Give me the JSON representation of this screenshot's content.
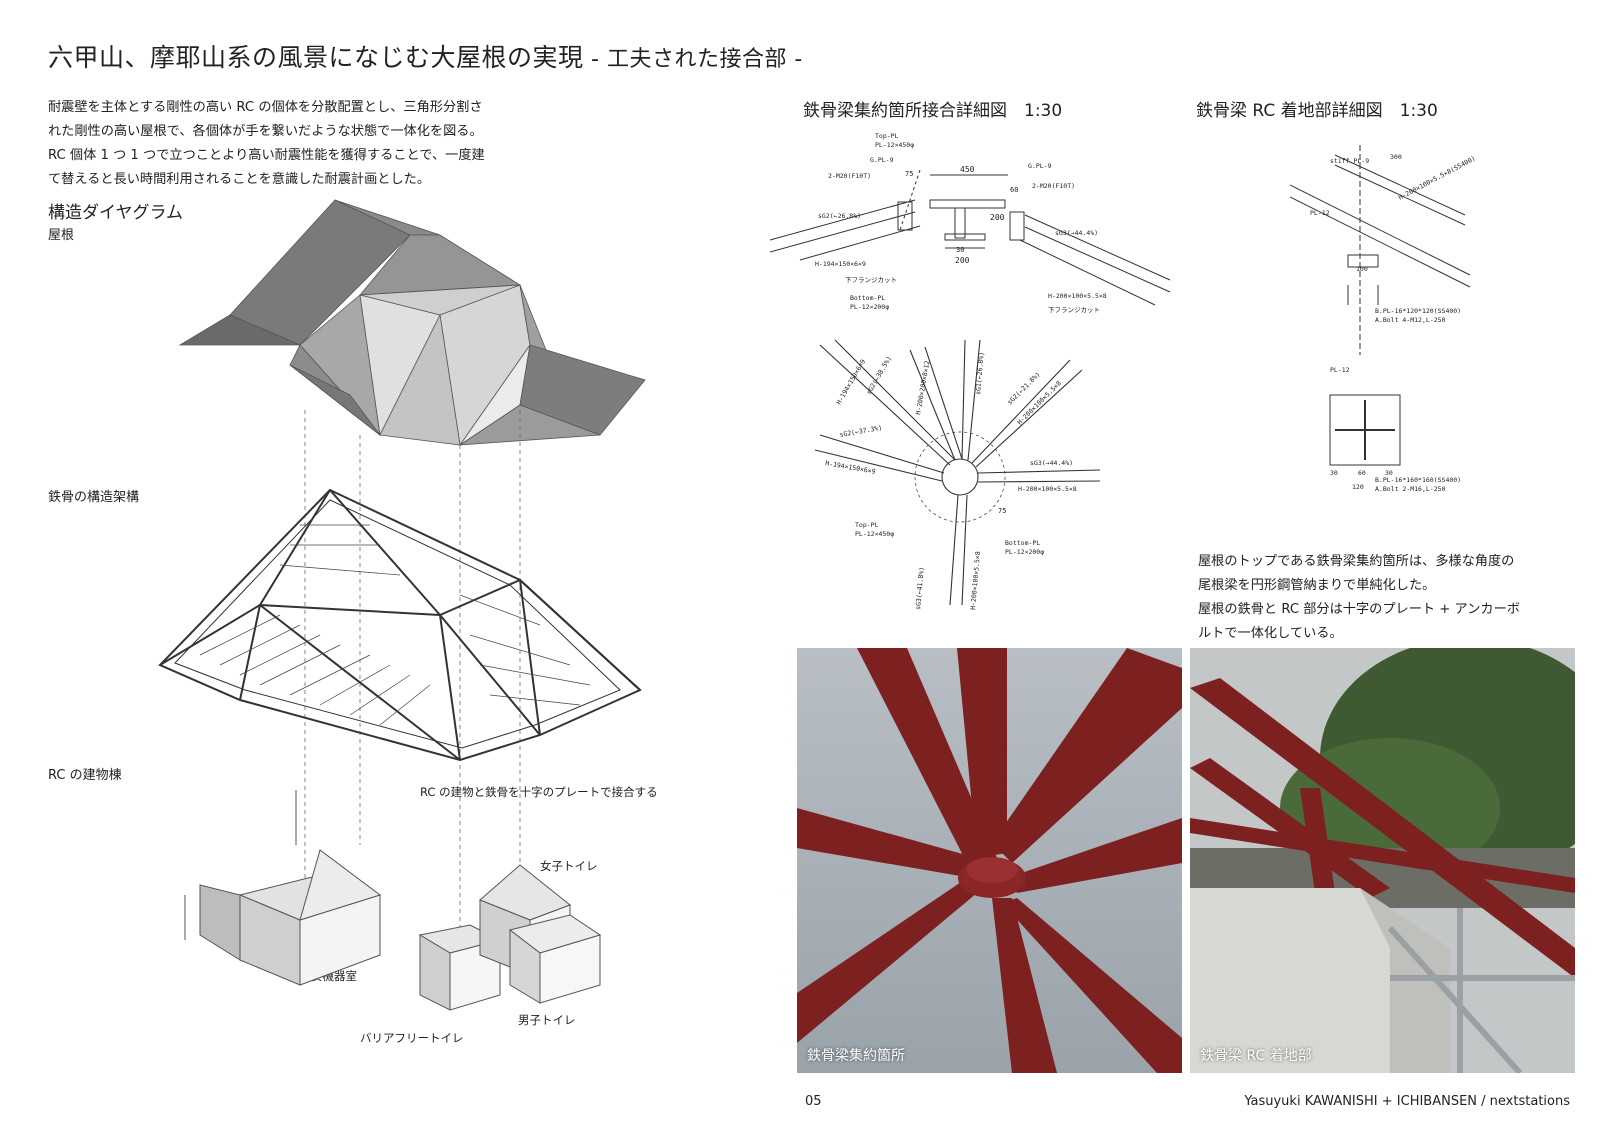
{
  "title": {
    "main": "六甲山、摩耶山系の風景になじむ大屋根の実現",
    "sub": " - 工夫された接合部 -"
  },
  "intro": "耐震壁を主体とする剛性の高い RC の個体を分散配置とし、三角形分割さ\nれた剛性の高い屋根で、各個体が手を繋いだような状態で一体化を図る。\nRC 個体 1 つ 1 つで立つことより高い耐震性能を獲得することで、一度建\nて替えると長い時間利用されることを意識した耐震計画とした。",
  "diagram": {
    "heading": "構造ダイヤグラム",
    "roof_label": "屋根",
    "frame_label": "鉄骨の構造架構",
    "rc_label": "RC の建物棟",
    "callout": "RC の建物と鉄骨を十字のプレートで接合する",
    "bldg_equipment": "駅保安機器室",
    "bldg_women": "女子トイレ",
    "bldg_men": "男子トイレ",
    "bldg_barrierfree": "バリアフリートイレ"
  },
  "drawing1": {
    "title": "鉄骨梁集約箇所接合詳細図　1:30",
    "notes": {
      "top_pl": "Top-PL",
      "top_pl_size": "PL-12×450φ",
      "gpl_l": "G.PL-9",
      "gpl_r": "G.PL-9",
      "bolt_l": "2-M20(F10T)",
      "bolt_r": "2-M20(F10T)",
      "d75": "75",
      "d450": "450",
      "d60": "60",
      "d200v": "200",
      "d30": "30",
      "d200h": "200",
      "sg2": "sG2(←26.8%)",
      "sg3": "sG3(→44.4%)",
      "h194": "H-194×150×6×9",
      "flange_l": "下フランジカット",
      "flange_r": "下フランジカット",
      "bottom_pl": "Bottom-PL",
      "bottom_pl_size": "PL-12×200φ",
      "h200": "H-200×100×5.5×8"
    },
    "plan_notes": {
      "p1": "sG2(←38.5%)",
      "p2": "H-194×150×6×9",
      "p3": "H-200×200×8×12",
      "p4": "sG1(←26.8%)",
      "p5": "sG2(←21.8%)",
      "p6": "H-200×100×5.5×8",
      "p7": "sG2(←37.3%)",
      "p8": "H-194×150×6×9",
      "p9": "sG3(→44.4%)",
      "p10": "H-200×100×5.5×8",
      "p11": "Top-PL",
      "p12": "PL-12×450φ",
      "p13": "Bottom-PL",
      "p14": "PL-12×200φ",
      "p15": "sG3(←41.8%)",
      "p16": "H-200×100×5.5×8",
      "p17": "75"
    }
  },
  "drawing2": {
    "title": "鉄骨梁 RC 着地部詳細図　1:30",
    "notes": {
      "stiff": "stiff.PL-9",
      "d300": "300",
      "pl12": "PL-12",
      "h200": "H-200×100×5.5×8(SS400)",
      "d100": "100",
      "bpl": "B.PL-16*120*120(SS400)",
      "abolt": "A.Bolt 4-M12,L-250",
      "pl12b": "PL-12",
      "bpl2": "B.PL-16*160*160(SS400)",
      "abolt2": "A.Bolt 2-M16,L-250",
      "d30a": "30",
      "d60": "60",
      "d30b": "30",
      "d120": "120"
    }
  },
  "description": "屋根のトップである鉄骨梁集約箇所は、多様な角度の\n尾根梁を円形鋼管納まりで単純化した。\n屋根の鉄骨と RC 部分は十字のプレート + アンカーボ\nルトで一体化している。",
  "photos": {
    "left_caption": "鉄骨梁集約箇所",
    "right_caption": "鉄骨梁 RC 着地部"
  },
  "footer": {
    "page": "05",
    "credit": "Yasuyuki KAWANISHI + ICHIBANSEN / nextstations"
  },
  "colors": {
    "steel_red": "#7c2020",
    "sky_gray": "#a7aeb5",
    "roof_dark": "#6f6f6f",
    "roof_mid": "#9a9a9a",
    "roof_light": "#d9d9d9"
  }
}
